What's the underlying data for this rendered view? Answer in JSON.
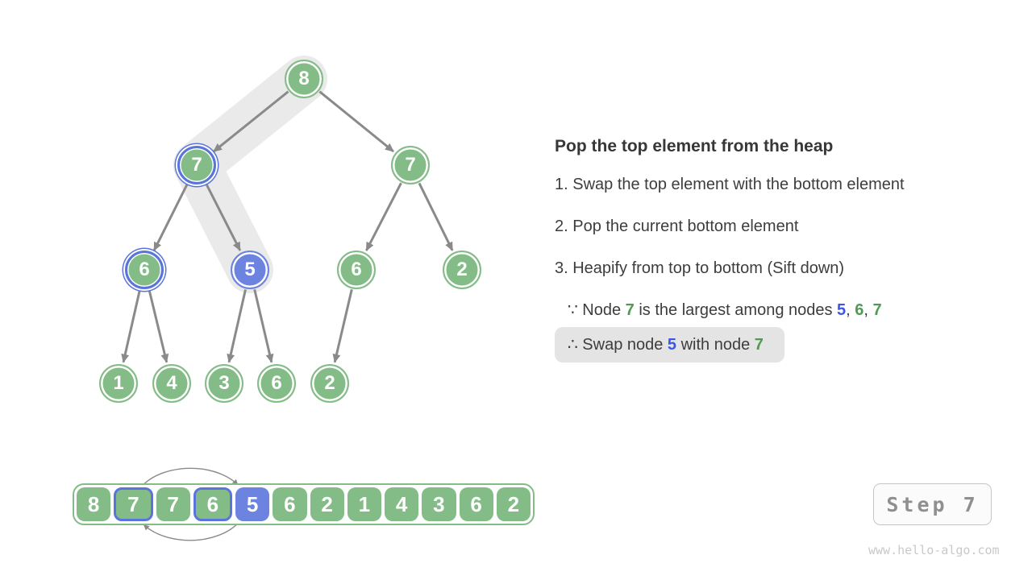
{
  "colors": {
    "node_green": "#83BC86",
    "node_blue_fill": "#6C83DF",
    "ring_blue": "#5B74DC",
    "text_green": "#4E9B51",
    "text_blue": "#3A57E8",
    "edge_gray": "#8A8A8A",
    "trail_gray": "#EAEAEA",
    "highlight_box_gray": "#E4E4E4"
  },
  "tree": {
    "nodes": [
      {
        "value": "8",
        "style": "green"
      },
      {
        "value": "7",
        "style": "green-blue-ring"
      },
      {
        "value": "7",
        "style": "green"
      },
      {
        "value": "6",
        "style": "green-blue-ring"
      },
      {
        "value": "5",
        "style": "blue-fill"
      },
      {
        "value": "6",
        "style": "green"
      },
      {
        "value": "2",
        "style": "green"
      },
      {
        "value": "1",
        "style": "green"
      },
      {
        "value": "4",
        "style": "green"
      },
      {
        "value": "3",
        "style": "green"
      },
      {
        "value": "6",
        "style": "green"
      },
      {
        "value": "2",
        "style": "green"
      }
    ]
  },
  "panel": {
    "title": "Pop the top element from the heap",
    "steps": [
      "1. Swap the top element with the bottom element",
      "2. Pop the current bottom element",
      "3. Heapify from top to bottom (Sift down)"
    ],
    "because": {
      "p1": "∵ Node ",
      "n1": "7",
      "p2": " is the largest among nodes ",
      "n2": "5",
      "s1": ", ",
      "n3": "6",
      "s2": ", ",
      "n4": "7"
    },
    "therefore": {
      "p1": "∴ Swap node ",
      "n1": "5",
      "p2": " with node ",
      "n2": "7"
    }
  },
  "array": {
    "values": [
      "8",
      "7",
      "7",
      "6",
      "5",
      "6",
      "2",
      "1",
      "4",
      "3",
      "6",
      "2"
    ]
  },
  "step_button": {
    "label": "Step 7"
  },
  "watermark": "www.hello-algo.com"
}
